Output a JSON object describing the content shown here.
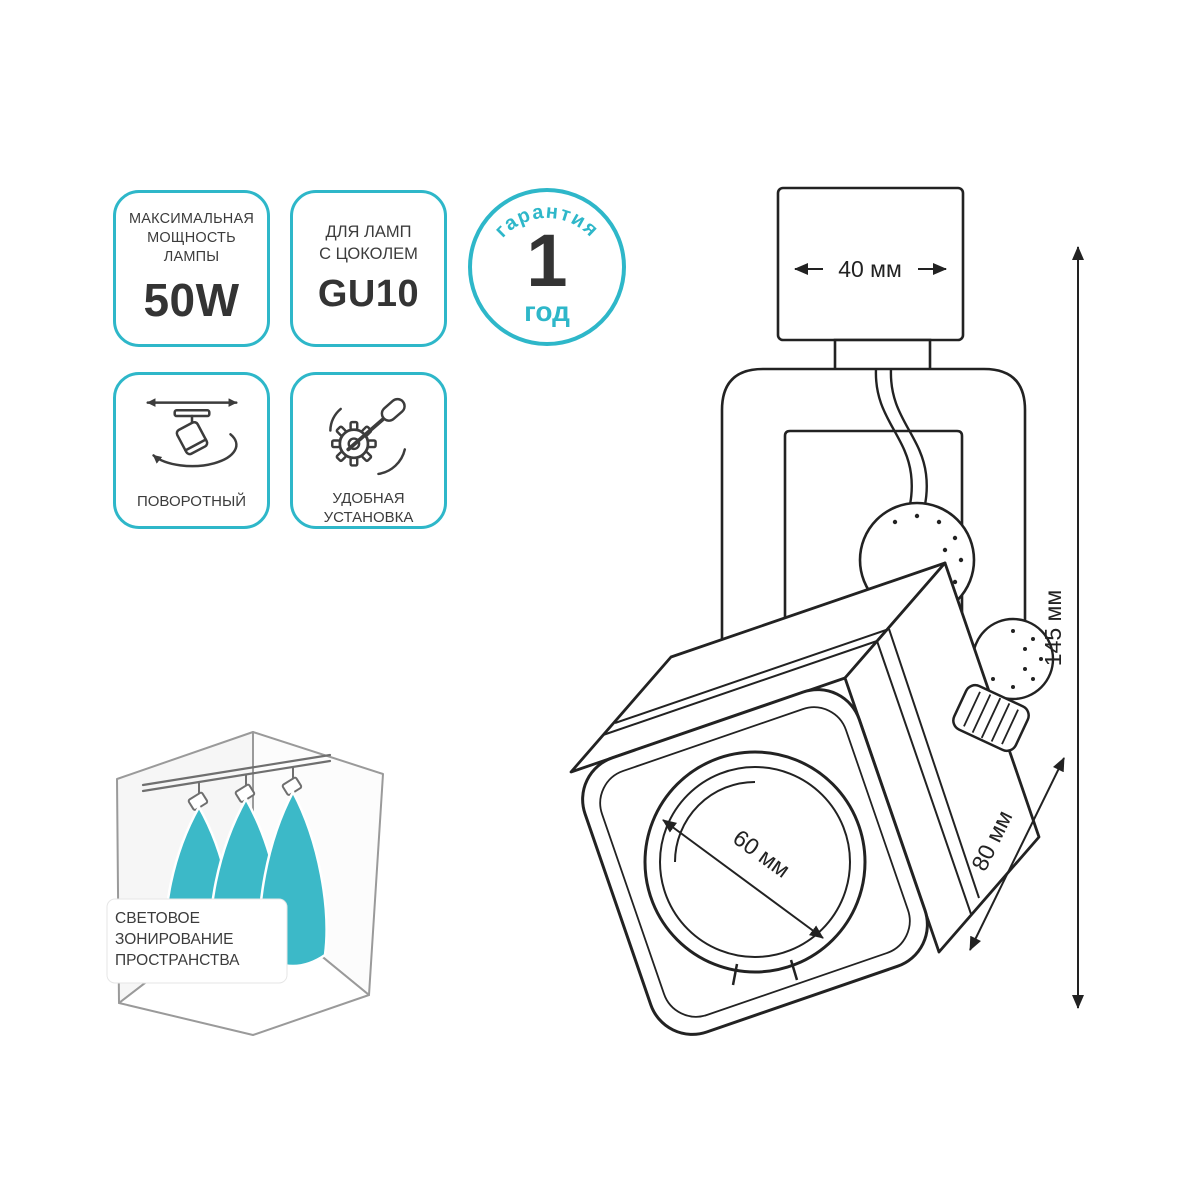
{
  "colors": {
    "accent": "#2EB7C9",
    "ink": "#3c3c3c",
    "line": "#222222"
  },
  "badges": {
    "power": {
      "line1": "МАКСИМАЛЬНАЯ",
      "line2": "МОЩНОСТЬ",
      "line3": "ЛАМПЫ",
      "value": "50W"
    },
    "socket": {
      "line1": "ДЛЯ ЛАМП",
      "line2": "С ЦОКОЛЕМ",
      "value": "GU10"
    },
    "warranty": {
      "arc": "гарантия",
      "value": "1",
      "unit": "год"
    },
    "rotate": {
      "label": "ПОВОРОТНЫЙ"
    },
    "install": {
      "line1": "УДОБНАЯ",
      "line2": "УСТАНОВКА"
    }
  },
  "zoning": {
    "line1": "СВЕТОВОЕ",
    "line2": "ЗОНИРОВАНИЕ",
    "line3": "ПРОСТРАНСТВА"
  },
  "dimensions": {
    "track_width": "40 мм",
    "height": "145 мм",
    "depth": "80 мм",
    "lens": "60 мм"
  }
}
